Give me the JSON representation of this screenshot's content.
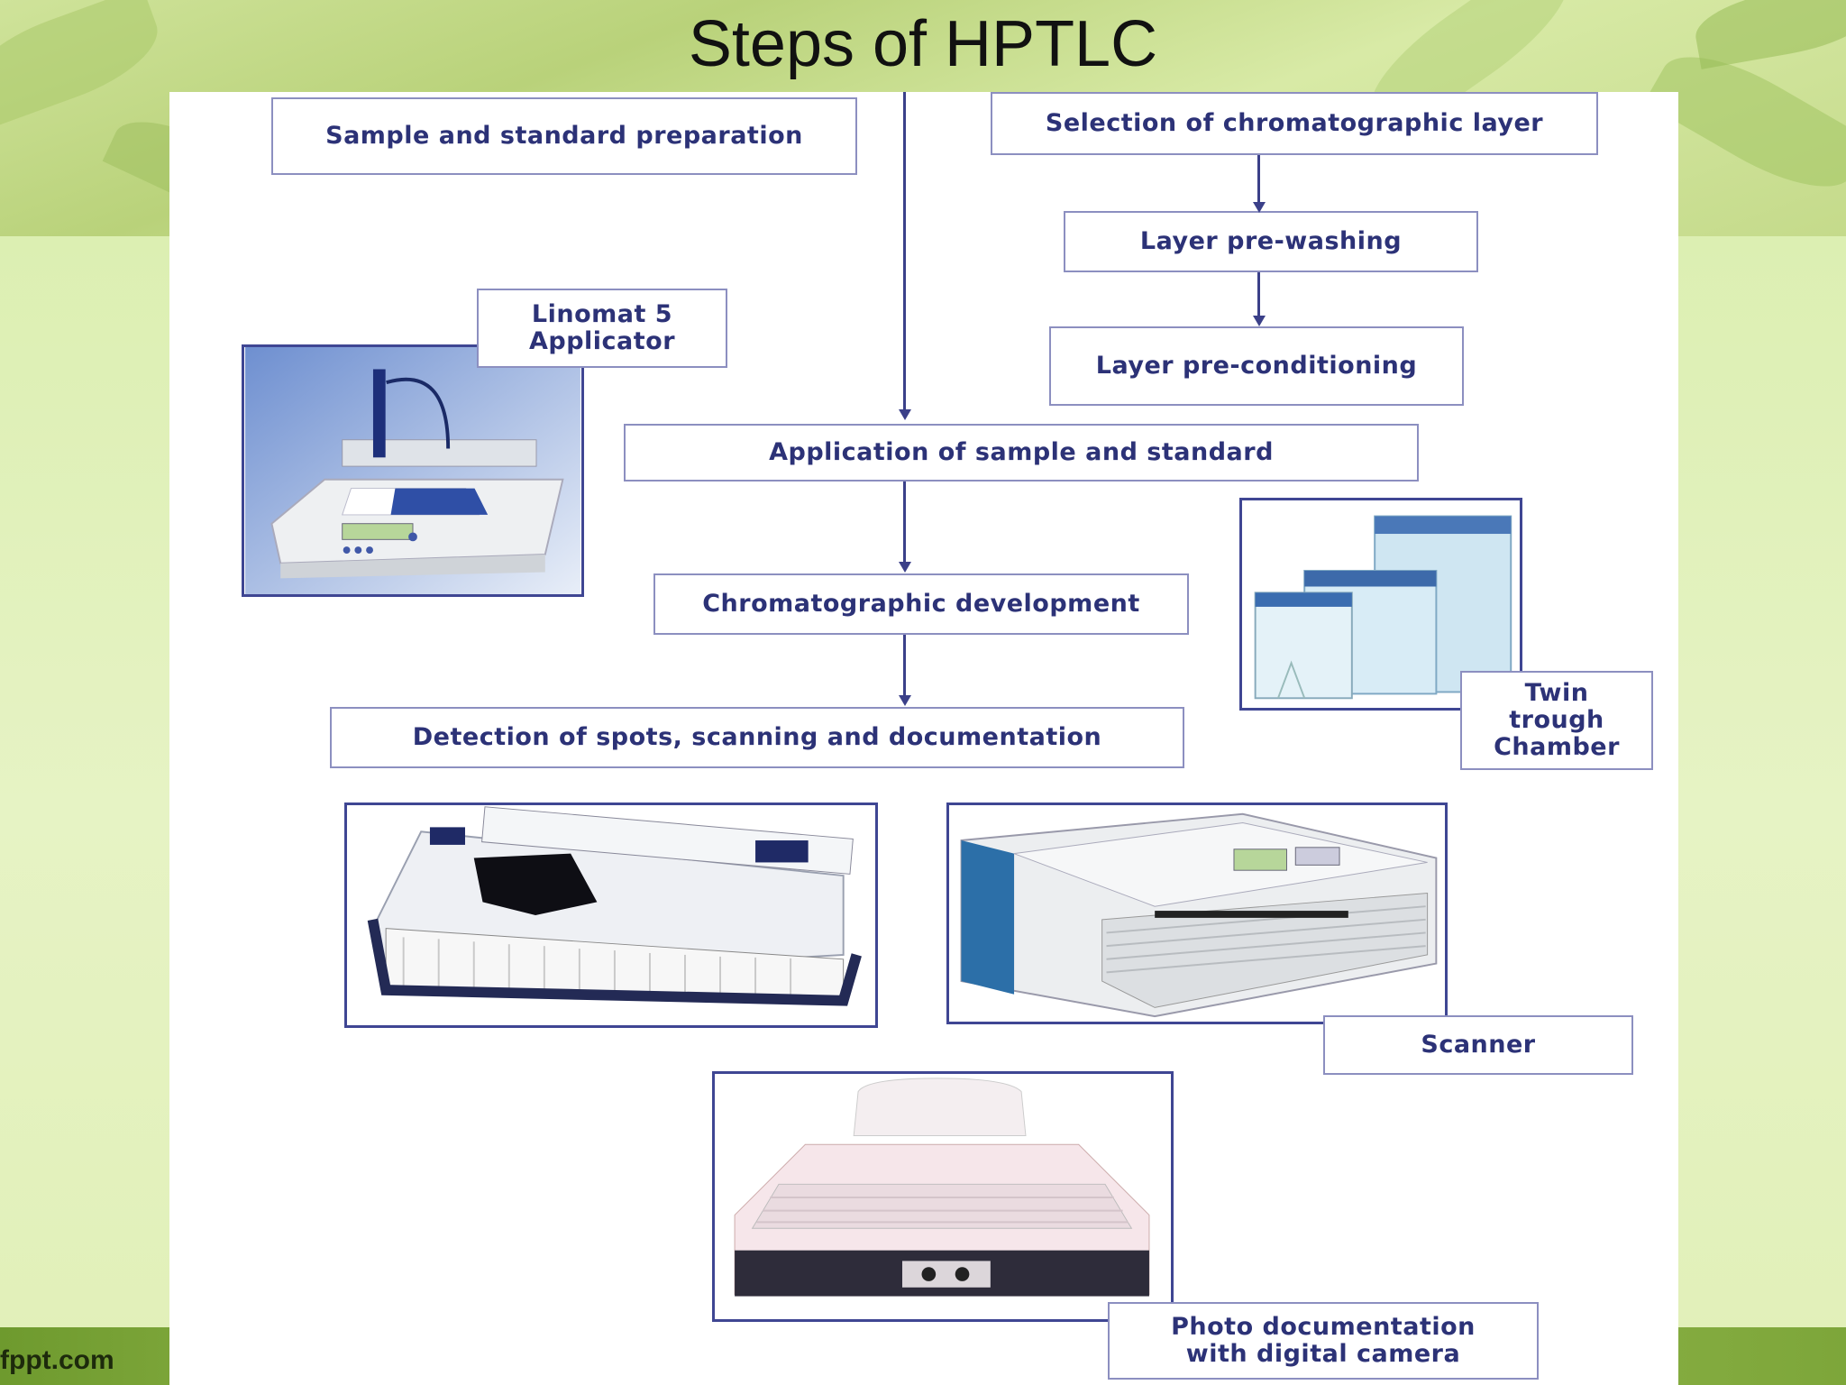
{
  "slide": {
    "title": "Steps of HPTLC",
    "footer_brand": "fppt.com"
  },
  "flow": {
    "sample_prep": "Sample and standard preparation",
    "layer_selection": "Selection of chromatographic layer",
    "prewashing": "Layer pre-washing",
    "preconditioning": "Layer pre-conditioning",
    "application": "Application of sample and standard",
    "development": "Chromatographic development",
    "detection": "Detection of spots, scanning and documentation"
  },
  "equipment": {
    "applicator_line1": "Linomat 5",
    "applicator_line2": "Applicator",
    "chamber_line1": "Twin",
    "chamber_line2": "trough",
    "chamber_line3": "Chamber",
    "scanner": "Scanner",
    "photo_line1": "Photo documentation",
    "photo_line2": "with digital camera"
  },
  "colors": {
    "box_text": "#2c3277",
    "box_border": "#8c8fc0",
    "arrow": "#3b4089",
    "photo_frame": "#3f4693"
  }
}
